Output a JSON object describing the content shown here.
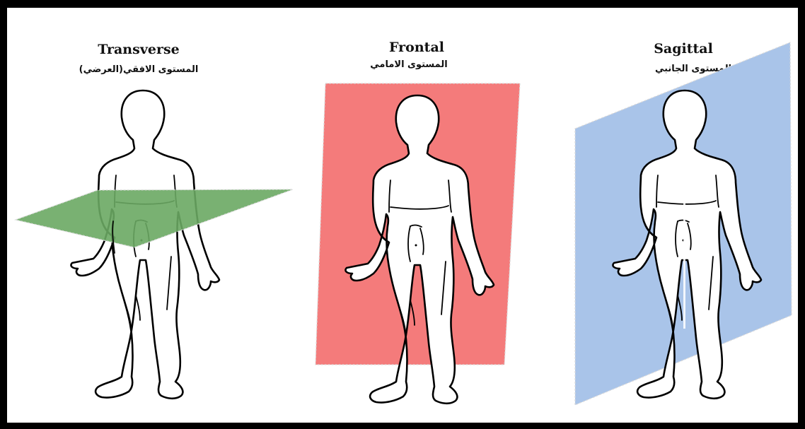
{
  "figures": [
    {
      "title": "Transverse",
      "title_ar": "المستوى الافقي(العرضي)",
      "plane_color": "#6aa863"
    },
    {
      "title": "Frontal",
      "title_ar": "المستوى الامامي",
      "plane_color": "#f47b7b"
    },
    {
      "title": "Sagittal",
      "title_ar": "المستوى الجانبي",
      "plane_color": "#a9c4e9"
    }
  ]
}
